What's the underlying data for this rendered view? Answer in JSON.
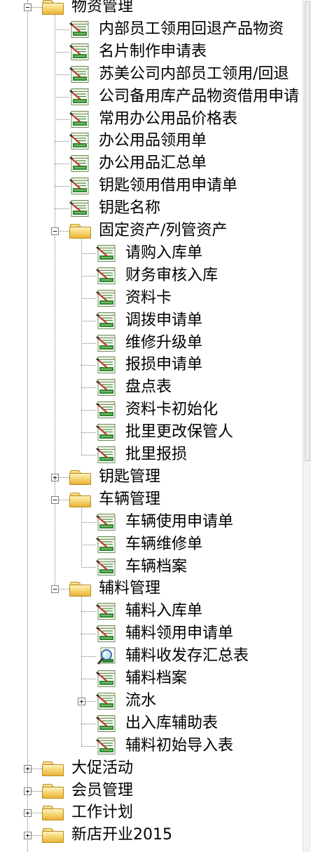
{
  "tree": {
    "items": [
      {
        "label": "物资管理",
        "type": "folder",
        "expanded": true,
        "level": 0
      },
      {
        "label": "内部员工领用回退产品物资",
        "type": "doc",
        "level": 1
      },
      {
        "label": "名片制作申请表",
        "type": "doc",
        "level": 1
      },
      {
        "label": "苏美公司内部员工领用/回退",
        "type": "doc",
        "level": 1
      },
      {
        "label": "公司备用库产品物资借用申请",
        "type": "doc",
        "level": 1
      },
      {
        "label": "常用办公用品价格表",
        "type": "doc",
        "level": 1
      },
      {
        "label": "办公用品领用单",
        "type": "doc",
        "level": 1
      },
      {
        "label": "办公用品汇总单",
        "type": "doc",
        "level": 1
      },
      {
        "label": "钥匙领用借用申请单",
        "type": "doc",
        "level": 1
      },
      {
        "label": "钥匙名称",
        "type": "doc",
        "level": 1
      },
      {
        "label": "固定资产/列管资产",
        "type": "folder",
        "expanded": true,
        "level": 1
      },
      {
        "label": "请购入库单",
        "type": "doc",
        "level": 2
      },
      {
        "label": "财务审核入库",
        "type": "doc",
        "level": 2
      },
      {
        "label": "资料卡",
        "type": "doc",
        "level": 2
      },
      {
        "label": "调拨申请单",
        "type": "doc",
        "level": 2
      },
      {
        "label": "维修升级单",
        "type": "doc",
        "level": 2
      },
      {
        "label": "报损申请单",
        "type": "doc",
        "level": 2
      },
      {
        "label": "盘点表",
        "type": "doc",
        "level": 2
      },
      {
        "label": "资料卡初始化",
        "type": "doc",
        "level": 2
      },
      {
        "label": "批里更改保管人",
        "type": "doc",
        "level": 2
      },
      {
        "label": "批里报损",
        "type": "doc",
        "level": 2
      },
      {
        "label": "钥匙管理",
        "type": "folder",
        "expanded": false,
        "level": 1
      },
      {
        "label": "车辆管理",
        "type": "folder",
        "expanded": true,
        "level": 1
      },
      {
        "label": "车辆使用申请单",
        "type": "doc",
        "level": 2
      },
      {
        "label": "车辆维修单",
        "type": "doc",
        "level": 2
      },
      {
        "label": "车辆档案",
        "type": "doc",
        "level": 2
      },
      {
        "label": "辅料管理",
        "type": "folder",
        "expanded": true,
        "level": 1
      },
      {
        "label": "辅料入库单",
        "type": "doc",
        "level": 2
      },
      {
        "label": "辅料领用申请单",
        "type": "doc",
        "level": 2
      },
      {
        "label": "辅料收发存汇总表",
        "type": "report",
        "level": 2
      },
      {
        "label": "辅料档案",
        "type": "doc",
        "level": 2
      },
      {
        "label": "流水",
        "type": "doc",
        "expandable": true,
        "expanded": false,
        "level": 2
      },
      {
        "label": "出入库辅助表",
        "type": "doc",
        "level": 2
      },
      {
        "label": "辅料初始导入表",
        "type": "doc",
        "level": 2
      },
      {
        "label": "大促活动",
        "type": "folder",
        "expanded": false,
        "level": 0
      },
      {
        "label": "会员管理",
        "type": "folder",
        "expanded": false,
        "level": 0
      },
      {
        "label": "工作计划",
        "type": "folder",
        "expanded": false,
        "level": 0
      },
      {
        "label": "新店开业2015",
        "type": "folder",
        "expanded": false,
        "level": 0
      }
    ]
  }
}
